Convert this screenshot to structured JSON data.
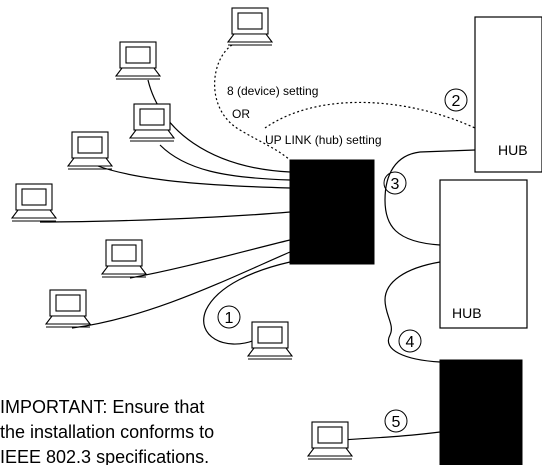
{
  "labels": {
    "device_setting": "8 (device) setting",
    "or": "OR",
    "uplink_setting": "UP LINK (hub) setting",
    "hub_top": "HUB",
    "hub_middle": "HUB"
  },
  "callouts": [
    "1",
    "2",
    "3",
    "4",
    "5"
  ],
  "note_lines": [
    "IMPORTANT: Ensure that",
    "the installation conforms to",
    "IEEE 802.3 specifications."
  ],
  "icons": {
    "computer": "computer-icon",
    "switch": "switch-box",
    "hub": "hub-box"
  },
  "colors": {
    "line": "#000000",
    "switch_fill": "#000000",
    "background": "#ffffff"
  }
}
